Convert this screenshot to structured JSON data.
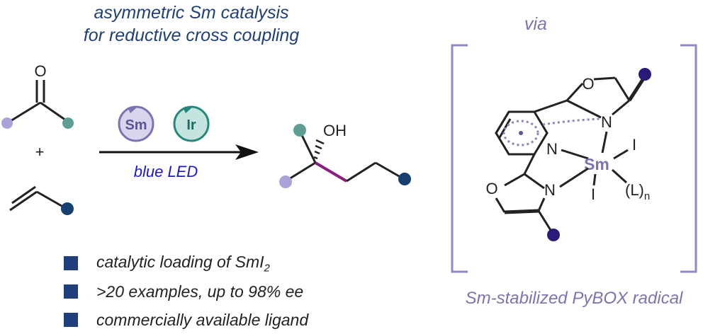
{
  "title": {
    "line1": "asymmetric Sm catalysis",
    "line2": "for reductive cross coupling"
  },
  "reaction": {
    "carbonyl_oxygen": "O",
    "plus": "+",
    "catalyst1": "Sm",
    "catalyst2": "Ir",
    "conditions": "blue LED",
    "product_oh": "OH"
  },
  "bullets": [
    {
      "text": "catalytic loading of SmI",
      "sub": "2"
    },
    {
      "text": ">20 examples, up to 98% ee",
      "sub": ""
    },
    {
      "text": "commercially available ligand",
      "sub": ""
    }
  ],
  "intermediate": {
    "via": "via",
    "atom_O_top": "O",
    "atom_N_top": "N",
    "atom_N_py": "N",
    "atom_Sm": "Sm",
    "atom_I_right": "I",
    "atom_I_bottom": "I",
    "atom_L": "(L)",
    "atom_L_sub": "n",
    "atom_O_bottom": "O",
    "atom_N_bottom": "N",
    "caption": "Sm-stabilized PyBOX radical"
  },
  "colors": {
    "title_blue": "#1f3f7a",
    "lavender": "#a9a3d9",
    "teal": "#5f9e95",
    "navy": "#15406f",
    "purple_bond": "#8a1e82",
    "indigo": "#2b1a78",
    "sm_purple": "#7b74b3",
    "ir_teal": "#24897d",
    "led_blue": "#1a1acc"
  }
}
